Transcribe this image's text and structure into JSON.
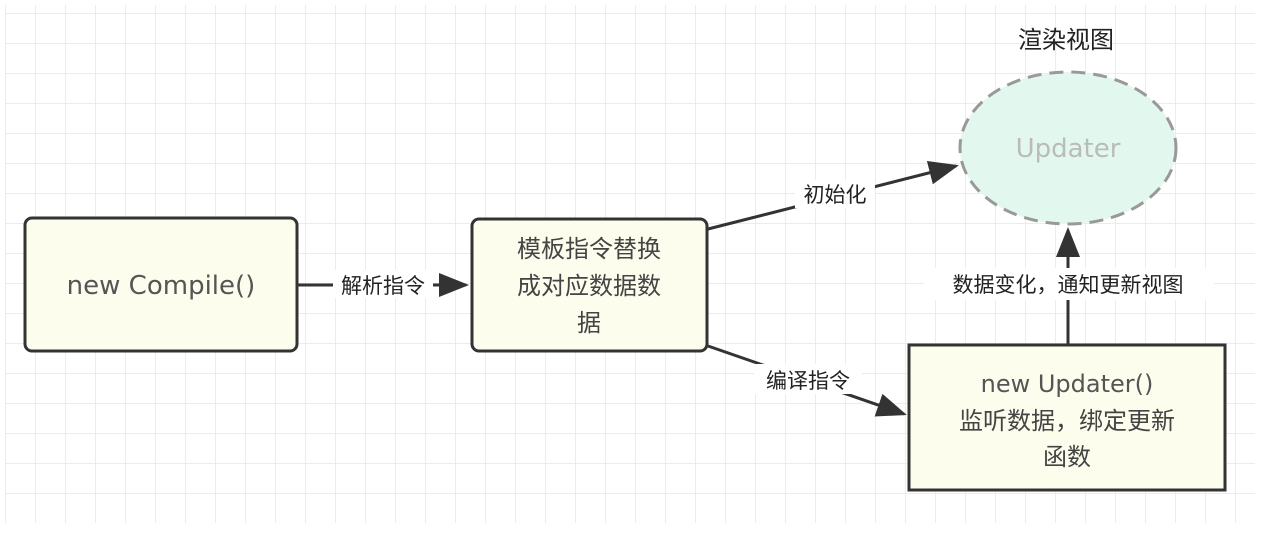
{
  "title": "渲染视图",
  "nodes": {
    "compile": {
      "label": "new Compile()"
    },
    "template": {
      "lines": [
        "模板指令替换",
        "成对应数据数",
        "据"
      ]
    },
    "updater_view": {
      "label": "Updater"
    },
    "updater": {
      "lines": [
        "new Updater()",
        "监听数据，绑定更新",
        "函数"
      ]
    }
  },
  "edges": {
    "parse": "解析指令",
    "init": "初始化",
    "compile_directive": "编译指令",
    "notify": "数据变化，通知更新视图"
  },
  "colors": {
    "box_fill": "#fdfdee",
    "ellipse_fill": "#e2f8ef",
    "stroke": "#333333",
    "dashed": "#999999"
  }
}
